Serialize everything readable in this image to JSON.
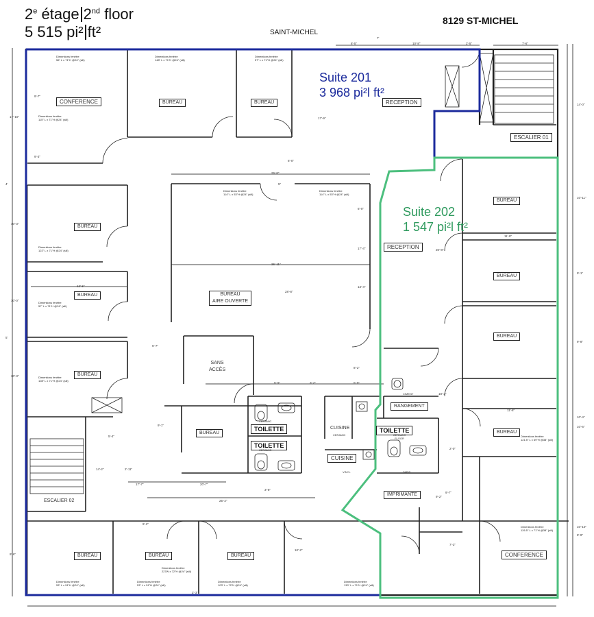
{
  "header": {
    "fr_num": "2",
    "fr_sup": "e",
    "fr_word": "étage",
    "en_num": "2",
    "en_sup": "nd",
    "en_word": "floor",
    "area_value": "5 515 pi²",
    "area_unit": "ft²",
    "address": "8129 ST-MICHEL",
    "street": "SAINT-MICHEL"
  },
  "suites": {
    "s201": {
      "name": "Suite 201",
      "area": "3 968 pi²l ft²",
      "color": "#1b2a9c"
    },
    "s202": {
      "name": "Suite  202",
      "area": "1 547 pi²l ft²",
      "color": "#2f9a5e"
    }
  },
  "rooms": {
    "conference_1": "CONFERENCE",
    "bureau_top_1": "BUREAU",
    "bureau_top_2": "BUREAU",
    "reception_201": "RECEPTION",
    "escalier_01": "ESCALIER  01",
    "bureau_left_1": "BUREAU",
    "bureau_left_2": "BUREAU",
    "bureau_left_3": "BUREAU",
    "open_area_1": "BUREAU",
    "open_area_2": "AIRE OUVERTE",
    "sans_acces_1": "SANS",
    "sans_acces_2": "ACCÈS",
    "bureau_mid": "BUREAU",
    "toilette_1": "TOILETTE",
    "toilette_2": "TOILETTE",
    "toilette_3": "TOILETTE",
    "cuisine_1": "CUISINE",
    "cuisine_2": "CUISINE",
    "rangement": "RANGEMENT",
    "imprimante": "IMPRIMANTE",
    "escalier_02": "ESCALIER  02",
    "bureau_bot_1": "BUREAU",
    "bureau_bot_2": "BUREAU",
    "bureau_bot_3": "BUREAU",
    "bureau_202_1": "BUREAU",
    "bureau_202_2": "BUREAU",
    "bureau_202_3": "BUREAU",
    "bureau_202_4": "BUREAU",
    "reception_202": "RECEPTION",
    "conference_2": "CONFERENCE"
  },
  "notes": {
    "win_title": "Dimentions fenêtre",
    "w1": "56\" L x 71\"H @24\" (sill)",
    "w2": "148\" L x 71\"H @24\" (sill)",
    "w3": "57\" L x 71\"H @24\" (sill)",
    "w4": "115\" L x 71\"H @24\" (sill)",
    "w5": "114\" L x 53\"H @24\" (sill)",
    "w6": "114\" L x 53\"H @24\" (sill)",
    "w7": "122\" L x 71\"H @24\" (sill)",
    "w8": "57\" L x 71\"H @24\" (sill)",
    "w9": "108\" L x 71\"H @24\" (sill)",
    "w10": "53\" L x 51\"H @24\" (sill)",
    "w11": "53\" L x 51\"H @24\" (sill)",
    "w12": "227W x 72\"H @24\" (sill)",
    "w13": "103\" L x 72\"H @24\" (sill)",
    "w14": "130\" L x 71\"H @24\" (sill)",
    "w15": "121.5\" L x 69\"H @38\" (sill)",
    "w16": "126.5\" L x 71\"H @38\" (sill)",
    "ceramic": "CERAMIC",
    "ceramic_floor": "CERAMIC FLOOR",
    "vinyl": "VINYL",
    "tapis": "TAPIS",
    "ciment": "CIMENT"
  },
  "dims": {
    "d1": "8'-5\"",
    "d2": "10'-8\"",
    "d3": "2'-5\"",
    "d4": "7'-6\"",
    "d5": "7'",
    "d6": "17'-10\"",
    "d7": "9'-7\"",
    "d8": "9'-3\"",
    "d9": "6'-0\"",
    "d10": "26'-8\"",
    "d11": "5\"",
    "d12": "6'-0\"",
    "d13": "26'-11\"",
    "d14": "28'-8\"",
    "d15": "13'-4\"",
    "d16": "20'-8\"",
    "d17": "17'-9\"",
    "d18": "12'-5\"",
    "d19": "4'",
    "d20": "10'-3\"",
    "d21": "10'-0\"",
    "d22": "5'",
    "d23": "10'-3\"",
    "d24": "6'-7\"",
    "d25": "5'-9\"",
    "d26": "3'-2\"",
    "d27": "5'-9\"",
    "d28": "9'-1\"",
    "d29": "5'-4\"",
    "d30": "2'-11\"",
    "d31": "14'-2\"",
    "d32": "17'-7\"",
    "d33": "20'-7\"",
    "d34": "3'-8\"",
    "d35": "25'-2\"",
    "d36": "10'-2\"",
    "d37": "9'-6\"",
    "d38": "18'-2\"",
    "d39": "8'-2\"",
    "d40": "11'-6\"",
    "d41": "9'-2\"",
    "d42": "7'-3\"",
    "d43": "9'-7\"",
    "d44": "2'-3\"",
    "d45": "14'-0\"",
    "d46": "10'-11\"",
    "d47": "9'-1\"",
    "d48": "9'-8\"",
    "d49": "10'-4\"",
    "d50": "10'-6\"",
    "d51": "10'-10\"",
    "d52": "8'-9\"",
    "d53": "11'-8\"",
    "d54": "17'-4\"",
    "d55": "2'-0\"",
    "d56": "9'-2\""
  }
}
